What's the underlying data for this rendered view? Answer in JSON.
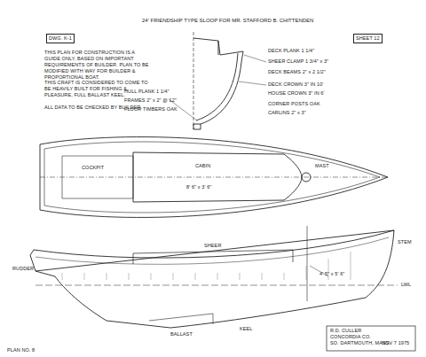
{
  "diagram": {
    "title": "24' FRIENDSHIP TYPE SLOOP FOR MR. STAFFORD B. CHITTENDEN",
    "labels": [
      "DWG. K-1",
      "SHEET 12",
      "THIS PLAN FOR CONSTRUCTION IS A GUIDE ONLY, BASED ON IMPORTANT REQUIREMENTS OF BUILDER. PLAN TO BE MODIFIED WITH WAY FOR BUILDER & PROPORTIONAL BOAT.",
      "THIS CRAFT IS CONSIDERED TO COME TO BE HEAVILY BUILT FOR FISHING & PLEASURE, FULL BALLAST KEEL.",
      "ALL DATA TO BE CHECKED BY BUILDER.",
      "DECK PLANK 1 1/4\"",
      "SHEER CLAMP 1 3/4\" x 3\"",
      "DECK BEAMS 2\" x 2 1/2\"",
      "DECK CROWN 3\" IN 10'",
      "HOUSE CROWN 3\" IN 6'",
      "CORNER POSTS OAK",
      "CARLINS 2\" x 3\"",
      "HULL PLANK 1 1/4\"",
      "FRAMES 2\" x 2\" @ 12\"",
      "FLOOR TIMBERS OAK",
      "COCKPIT",
      "CABIN",
      "MAST",
      "8' 6\" x 3' 6\"",
      "SHEER",
      "LWL",
      "BALLAST",
      "RUDDER",
      "STEM",
      "KEEL",
      "4' 5\" x 5' 6\"",
      "R.D. CULLER",
      "CONCORDIA CO.",
      "SO. DARTMOUTH, MASS.",
      "NOV 7 1975",
      "PLAN NO. 8"
    ]
  }
}
